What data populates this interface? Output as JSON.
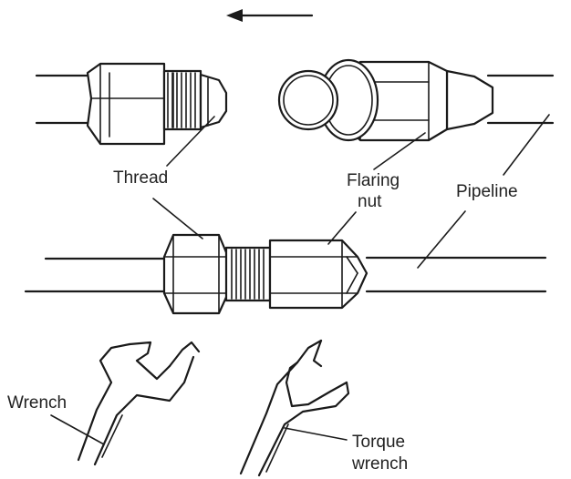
{
  "labels": {
    "thread": "Thread",
    "flaring_nut_line1": "Flaring",
    "flaring_nut_line2": "nut",
    "pipeline": "Pipeline",
    "wrench": "Wrench",
    "torque_wrench_line1": "Torque",
    "torque_wrench_line2": "wrench"
  },
  "icons": {
    "direction": "arrow-left-icon"
  },
  "colors": {
    "line": "#1a1a1a",
    "text": "#222222",
    "background": "#ffffff"
  }
}
